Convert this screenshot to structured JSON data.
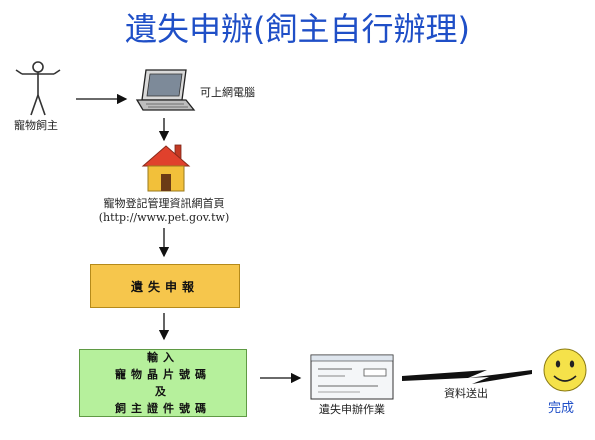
{
  "title": "遺失申辦(飼主自行辦理)",
  "nodes": {
    "owner_label": "寵物飼主",
    "computer_label": "可上網電腦",
    "homepage_label": "寵物登記管理資訊網首頁",
    "homepage_url": "(http://www.pet.gov.tw)",
    "report_box": "遺失申報",
    "input_line1": "輸入",
    "input_line2": "寵物晶片號碼",
    "input_line3": "及",
    "input_line4": "飼主證件號碼",
    "form_label": "遺失申辦作業",
    "send_label": "資料送出",
    "done_label": "完成"
  },
  "colors": {
    "title": "#1f4fc7",
    "report_box": "#f6c64c",
    "input_box": "#b6f09c",
    "smiley": "#f5e24a",
    "house": "#f2c03a",
    "roof": "#e0412c"
  }
}
